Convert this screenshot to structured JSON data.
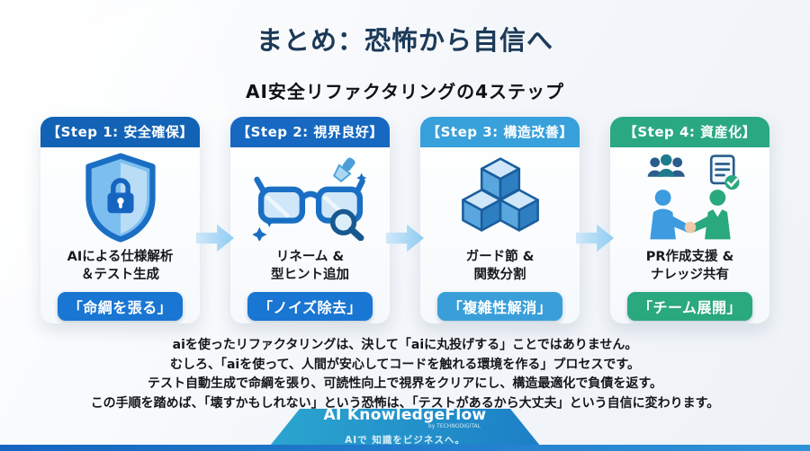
{
  "title": "まとめ：恐怖から自信へ",
  "subtitle": "AI安全リファクタリングの4ステップ",
  "steps": [
    {
      "header": "【Step 1: 安全確保】",
      "icon": "shield-lock-icon",
      "desc_line1": "AIによる仕様解析",
      "desc_line2": "＆テスト生成",
      "badge": "「命綱を張る」",
      "header_color": "#1262b5",
      "badge_color": "#1976d2"
    },
    {
      "header": "【Step 2: 視界良好】",
      "icon": "glasses-clean-icon",
      "desc_line1": "リネーム &",
      "desc_line2": "型ヒント追加",
      "badge": "「ノイズ除去」",
      "header_color": "#1668c0",
      "badge_color": "#1976d2"
    },
    {
      "header": "【Step 3: 構造改善】",
      "icon": "cubes-icon",
      "desc_line1": "ガード節 &",
      "desc_line2": "関数分割",
      "badge": "「複雑性解消」",
      "header_color": "#38a0da",
      "badge_color": "#3a9fd8"
    },
    {
      "header": "【Step 4: 資産化】",
      "icon": "handshake-icon",
      "desc_line1": "PR作成支援 &",
      "desc_line2": "ナレッジ共有",
      "badge": "「チーム展開」",
      "header_color": "#2aa881",
      "badge_color": "#2aa87e"
    }
  ],
  "summary_lines": {
    "line1": "aiを使ったリファクタリングは、決して「aiに丸投げする」ことではありません。",
    "line2": "むしろ、「aiを使って、人間が安心してコードを触れる環境を作る」プロセスです。",
    "line3": "テスト自動生成で命綱を張り、可読性向上で視界をクリアにし、構造最適化で負債を返す。",
    "line4": "この手順を踏めば、「壊すかもしれない」という恐怖は、「テストがあるから大丈夫」という自信に変わります。"
  },
  "footer": {
    "brand": "AI KnowledgeFlow",
    "byline": "by TECHNODIGITAL",
    "tagline": "AIで 知識をビジネスへ。"
  },
  "colors": {
    "title": "#1c3a58",
    "arrow": "#8fccf2",
    "accent_blue": "#1565c0",
    "accent_sky": "#38a0da",
    "accent_green": "#2aa881",
    "footer_banner": "#1c7fc6"
  }
}
